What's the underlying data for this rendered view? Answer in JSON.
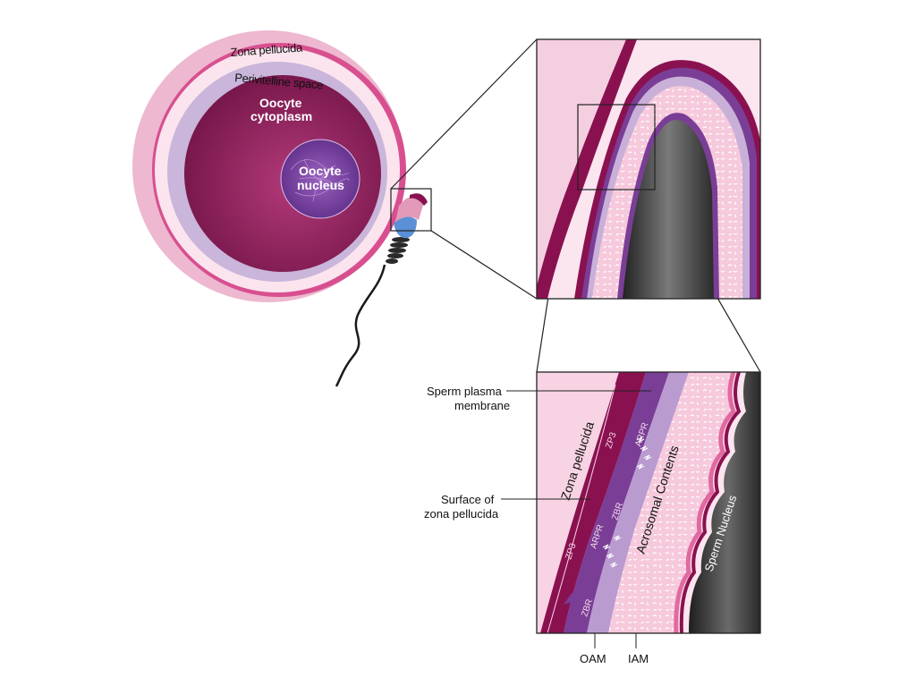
{
  "oocyte": {
    "zona_pellucida": "Zona  pellucida",
    "perivitelline_space": "Perivitelline space",
    "cytoplasm_line1": "Oocyte",
    "cytoplasm_line2": "cytoplasm",
    "nucleus_line1": "Oocyte",
    "nucleus_line2": "nucleus"
  },
  "callouts": {
    "plasma_membrane_line1": "Sperm plasma",
    "plasma_membrane_line2": "membrane",
    "surface_line1": "Surface of",
    "surface_line2": "zona pellucida",
    "oam": "OAM",
    "iam": "IAM"
  },
  "detail": {
    "zona_pellucida": "Zona pellucida",
    "zp3_top": "ZP3",
    "zp3_bottom": "ZP3",
    "arpr_top": "ARPR",
    "arpr_bottom": "ARPR",
    "zbr_top": "ZBR",
    "zbr_bottom": "ZBR",
    "acrosomal_contents": "Acrosomal Contents",
    "sperm_nucleus": "Sperm Nucleus"
  },
  "colors": {
    "zona": "#e9b9d0",
    "dark_magenta": "#8a1150",
    "purple": "#7a3e96",
    "lavender": "#c9b0d8",
    "acrosome_pink": "#f3c6db",
    "nucleus_gray": "#3a3a3a"
  }
}
